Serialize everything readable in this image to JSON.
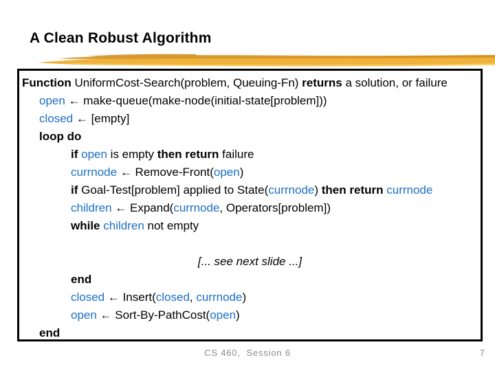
{
  "title": "A Clean Robust Algorithm",
  "footer": {
    "course": "CS 460,  Session 6",
    "page": "7"
  },
  "colors": {
    "background": "#FFFFFF",
    "text_black": "#000000",
    "keyword_blue": "#1C6FC5",
    "footer_gray": "#8A8A8A",
    "box_border": "#000000",
    "brush_gold": "#EFB23C",
    "brush_gold_dark": "#D3901F",
    "brush_gold_light": "#F7CF63"
  },
  "code_box": {
    "lines": [
      {
        "indent": 0,
        "align": "left",
        "segments": [
          {
            "t": "Function",
            "s": "b"
          },
          {
            "t": " UniformCost-Search(problem, Queuing-Fn) ",
            "s": "n"
          },
          {
            "t": "returns",
            "s": "b"
          },
          {
            "t": " a solution, or failure",
            "s": "n"
          }
        ]
      },
      {
        "indent": 1,
        "align": "left",
        "segments": [
          {
            "t": "open",
            "s": "v"
          },
          {
            "t": " ← make-queue(make-node(initial-state[problem]))",
            "s": "n"
          }
        ]
      },
      {
        "indent": 1,
        "align": "left",
        "segments": [
          {
            "t": "closed",
            "s": "v"
          },
          {
            "t": " ← [empty]",
            "s": "n"
          }
        ]
      },
      {
        "indent": 1,
        "align": "left",
        "segments": [
          {
            "t": "loop do",
            "s": "b"
          }
        ]
      },
      {
        "indent": 2,
        "align": "left",
        "segments": [
          {
            "t": "if",
            "s": "b"
          },
          {
            "t": " ",
            "s": "n"
          },
          {
            "t": "open",
            "s": "v"
          },
          {
            "t": " is empty ",
            "s": "n"
          },
          {
            "t": "then return",
            "s": "b"
          },
          {
            "t": " failure",
            "s": "n"
          }
        ]
      },
      {
        "indent": 2,
        "align": "left",
        "segments": [
          {
            "t": "currnode",
            "s": "v"
          },
          {
            "t": " ← Remove-Front(",
            "s": "n"
          },
          {
            "t": "open",
            "s": "v"
          },
          {
            "t": ")",
            "s": "n"
          }
        ]
      },
      {
        "indent": 2,
        "align": "left",
        "segments": [
          {
            "t": "if",
            "s": "b"
          },
          {
            "t": " Goal-Test[problem] applied to State(",
            "s": "n"
          },
          {
            "t": "currnode",
            "s": "v"
          },
          {
            "t": ") ",
            "s": "n"
          },
          {
            "t": "then return",
            "s": "b"
          },
          {
            "t": " ",
            "s": "n"
          },
          {
            "t": "currnode",
            "s": "v"
          }
        ]
      },
      {
        "indent": 2,
        "align": "left",
        "segments": [
          {
            "t": "children",
            "s": "v"
          },
          {
            "t": " ← Expand(",
            "s": "n"
          },
          {
            "t": "currnode",
            "s": "v"
          },
          {
            "t": ", Operators[problem])",
            "s": "n"
          }
        ]
      },
      {
        "indent": 2,
        "align": "left",
        "segments": [
          {
            "t": "while",
            "s": "b"
          },
          {
            "t": " ",
            "s": "n"
          },
          {
            "t": "children",
            "s": "v"
          },
          {
            "t": " not empty",
            "s": "n"
          }
        ]
      },
      {
        "indent": 0,
        "align": "left",
        "segments": []
      },
      {
        "indent": 0,
        "align": "center",
        "segments": [
          {
            "t": "[... see next slide ...]",
            "s": "i"
          }
        ]
      },
      {
        "indent": 2,
        "align": "left",
        "segments": [
          {
            "t": "end",
            "s": "b"
          }
        ]
      },
      {
        "indent": 2,
        "align": "left",
        "segments": [
          {
            "t": "closed",
            "s": "v"
          },
          {
            "t": " ← Insert(",
            "s": "n"
          },
          {
            "t": "closed",
            "s": "v"
          },
          {
            "t": ", ",
            "s": "n"
          },
          {
            "t": "currnode",
            "s": "v"
          },
          {
            "t": ")",
            "s": "n"
          }
        ]
      },
      {
        "indent": 2,
        "align": "left",
        "segments": [
          {
            "t": "open",
            "s": "v"
          },
          {
            "t": " ← Sort-By-PathCost(",
            "s": "n"
          },
          {
            "t": "open",
            "s": "v"
          },
          {
            "t": ")",
            "s": "n"
          }
        ]
      },
      {
        "indent": 1,
        "align": "left",
        "segments": [
          {
            "t": "end",
            "s": "b"
          }
        ]
      }
    ]
  }
}
